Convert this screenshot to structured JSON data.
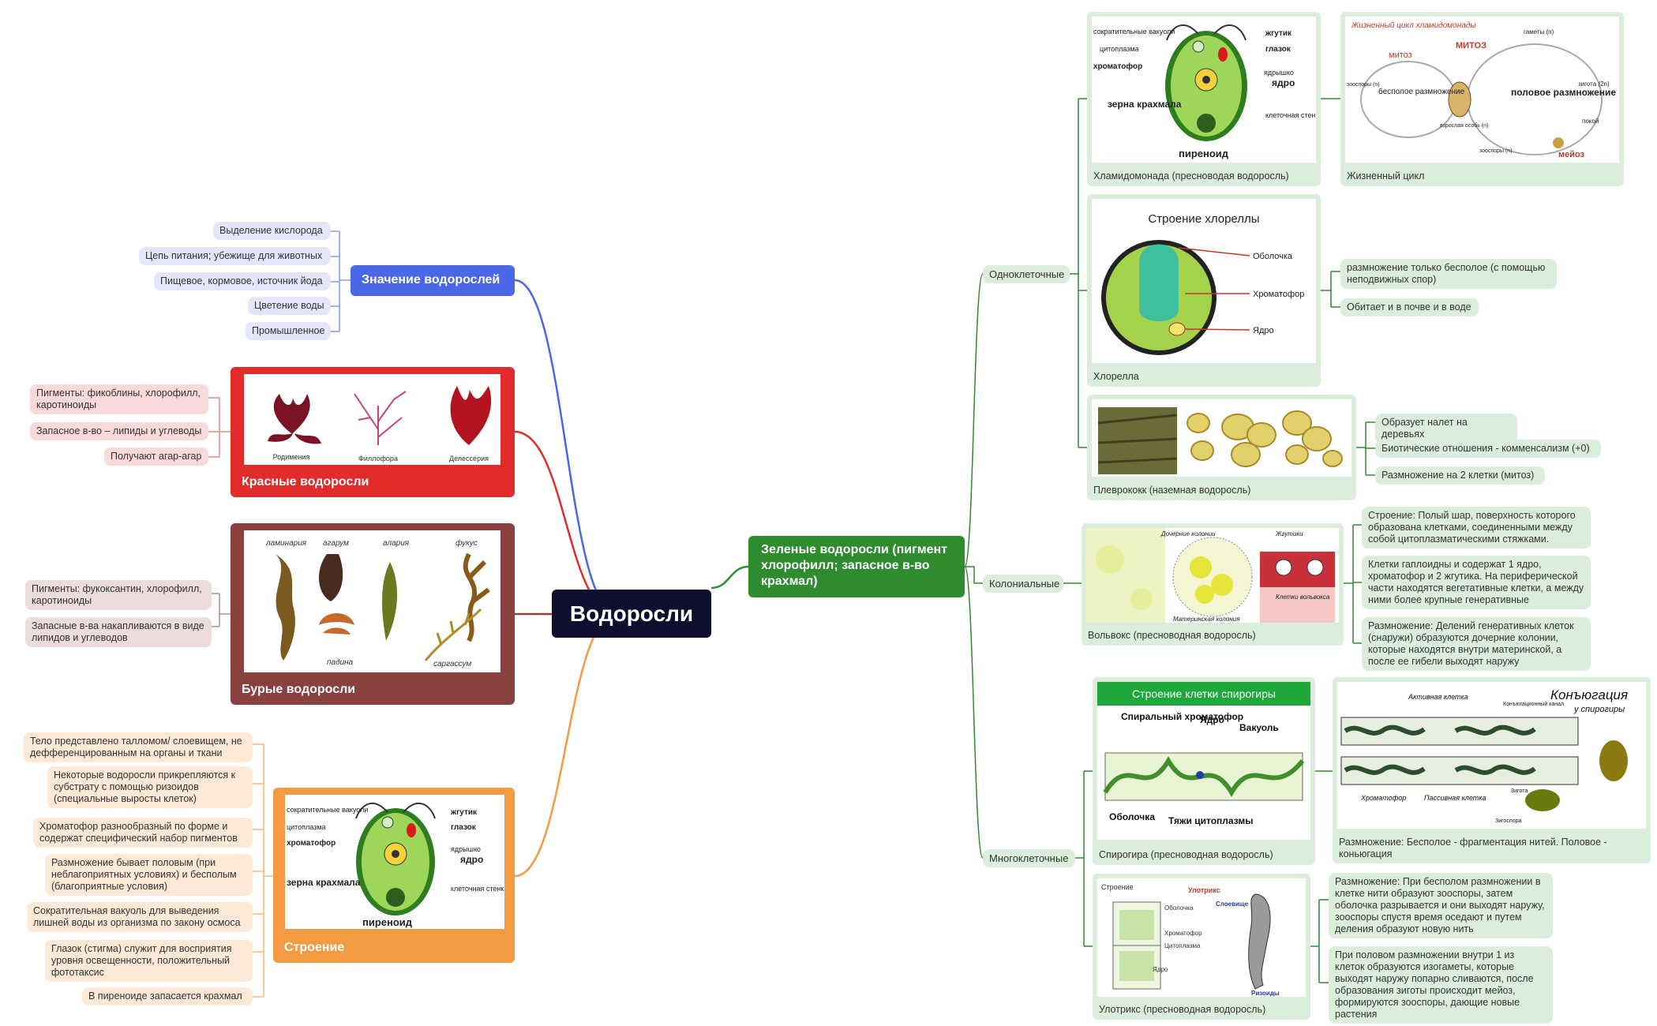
{
  "root": {
    "label": "Водоросли"
  },
  "colors": {
    "blue": "#4a67e8",
    "red": "#e22b2b",
    "brown": "#8b4040",
    "orange": "#f39b43",
    "green": "#2e8b2e"
  },
  "meaning": {
    "label": "Значение водорослей",
    "items": [
      "Выделение кислорода",
      "Цепь питания; убежище для животных",
      "Пищевое, кормовое, источник йода",
      "Цветение воды",
      "Промышленное"
    ]
  },
  "red": {
    "label": "Красные водоросли",
    "image_labels": [
      "Родимения",
      "Филлофора",
      "Делессерия"
    ],
    "items": [
      "Пигменты: фикоблины, хлорофилл, каротиноиды",
      "Запасное в-во – липиды и углеводы",
      "Получают агар-агар"
    ]
  },
  "brown": {
    "label": "Бурые водоросли",
    "image_labels": [
      "ламинария",
      "агарум",
      "алария",
      "фукус",
      "падина",
      "саргассум"
    ],
    "items": [
      "Пигменты: фукоксантин, хлорофилл, каротиноиды",
      "Запасные в-ва накапливаются в виде липидов и углеводов"
    ]
  },
  "structure": {
    "label": "Строение",
    "image_labels": [
      "сократительные вакуоли",
      "цитоплазма",
      "хроматофор",
      "зерна крахмала",
      "жгутик",
      "глазок",
      "ядрышко",
      "ядро",
      "клеточная стенка",
      "пиреноид"
    ],
    "items": [
      "Тело представлено талломом/ слоевищем, не дефференцированным на органы и ткани",
      "Некоторые водоросли прикрепляются к субстрату с помощью ризоидов (специальные выросты клеток)",
      "Хроматофор разнообразный по форме и содержат специфический набор пигментов",
      "Размножение бывает половым (при неблагоприятных условиях) и бесполым (благоприятные условия)",
      "Сократительная вакуоль для выведения лишней воды из организма по закону осмоса",
      "Глазок (стигма)  служит для восприятия уровня освещенности, положительный фототаксис",
      "В пиреноиде запасается крахмал"
    ]
  },
  "green": {
    "label": "Зеленые водоросли (пигмент хлорофилл; запасное в-во крахмал)",
    "unicellular": {
      "label": "Одноклеточные",
      "chlamydomonas": {
        "caption": "Хламидомонада (пресноводая водоросль)"
      },
      "life_cycle": {
        "caption": "Жизненный цикл",
        "image_labels": [
          "Жизненный цикл хламидомонады",
          "митоз",
          "МИТОЗ",
          "гаметы (n)",
          "бесполое размножение",
          "половое размножение",
          "зигота (2n)",
          "покой",
          "взрослая особь (n)",
          "зооспоры (n)",
          "мейоз",
          "зооспоры (n)"
        ]
      },
      "chlorella": {
        "caption": "Хлорелла",
        "image_labels": [
          "Строение хлореллы",
          "Оболочка",
          "Хроматофор",
          "Ядро"
        ],
        "items": [
          "размножение только бесполое (с помощью неподвижных спор)",
          "Обитает и в почве и в воде"
        ]
      },
      "pleurococcus": {
        "caption": "Плеврококк (наземная водоросль)",
        "items": [
          "Образует налет на деревьях",
          "Биотические отношения - комменсализм (+0)",
          "Размножение на 2 клетки (митоз)"
        ]
      }
    },
    "colonial": {
      "label": "Колониальные",
      "volvox": {
        "caption": "Вольвокс (пресноводная водоросль)",
        "image_labels": [
          "Дочерние колонии",
          "Жгутики",
          "Материнская колония",
          "Клетки вольвокса"
        ],
        "items": [
          "Строение: Полый шар, поверхность которого образована клетками, соединенными между собой цитоплазматическими стяжками.",
          "Клетки гаплоидны и содержат 1 ядро, хроматофор и 2 жгутика. На периферической части находятся вегетативные клетки, а между ними  более крупные генеративные",
          "Размножение: Делений генеративных клеток (снаружи) образуются дочерние колонии, которые находятся внутри материнской, а после ее гибели выходят наружу"
        ]
      }
    },
    "multicellular": {
      "label": "Многоклеточные",
      "spirogyra": {
        "caption": "Спирогира (пресноводная водоросль)",
        "image_labels": [
          "Строение клетки спирогиры",
          "Спиральный хроматофор",
          "Ядро",
          "Вакуоль",
          "Оболочка",
          "Тяжи цитоплазмы"
        ]
      },
      "conjugation": {
        "caption": "Размножение: Бесполое - фрагментация нитей. Половое - коньюгация",
        "image_labels": [
          "Конъюгация",
          "у спирогиры",
          "Активная клетка",
          "Конъюгационный канал",
          "Хроматофор",
          "Пассивная клетка",
          "Зигота",
          "Зигоспора"
        ]
      },
      "ulothrix": {
        "caption": "Улотрикс (пресноводная водоросль)",
        "image_labels": [
          "Строение",
          "Улотрикс",
          "Слоевище",
          "Оболочка",
          "Хроматофор",
          "Цитоплазма",
          "Ядро",
          "Ризоиды"
        ],
        "items": [
          "Размножение: При бесполом размножении  в клетке нити образуют зооспоры, затем оболочка разрывается и они выходят наружу, зооспоры спустя время оседают и путем деления образуют новую нить",
          "При половом размножении внутри 1 из клеток образуются изогаметы, которые выходят наружу  попарно сливаются, после образования зиготы происходит мейоз, формируются зооспоры, дающие новые растения"
        ]
      }
    }
  }
}
